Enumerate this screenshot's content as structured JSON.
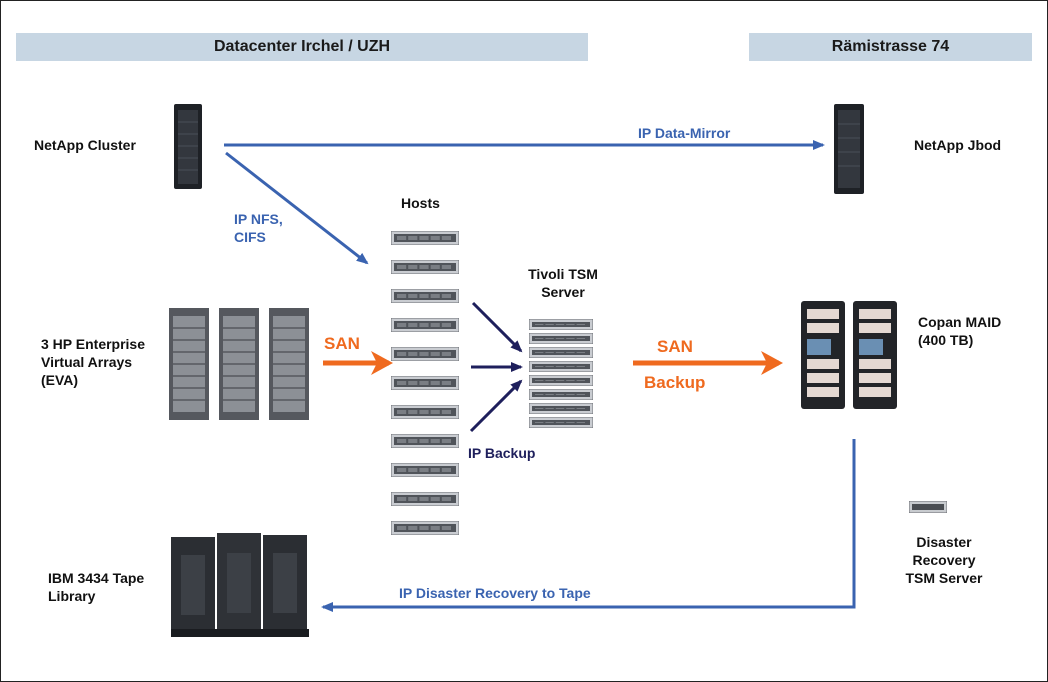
{
  "headers": {
    "left": "Datacenter Irchel  / UZH",
    "right": "Rämistrasse 74"
  },
  "nodes": {
    "netapp_cluster": "NetApp Cluster",
    "netapp_jbod": "NetApp Jbod",
    "hosts": "Hosts",
    "tivoli": [
      "Tivoli TSM",
      "Server"
    ],
    "hp_eva": [
      "3 HP Enterprise",
      "Virtual Arrays",
      "(EVA)"
    ],
    "copan": [
      "Copan MAID",
      "(400 TB)"
    ],
    "ibm_tape": [
      "IBM 3434 Tape",
      "Library"
    ],
    "dr_server": [
      "Disaster",
      "Recovery",
      "TSM Server"
    ]
  },
  "connections": {
    "ip_data_mirror": "IP Data-Mirror",
    "ip_nfs": [
      "IP NFS,",
      "CIFS"
    ],
    "san_left": "SAN",
    "san_right": "SAN",
    "backup": "Backup",
    "ip_backup": "IP Backup",
    "ip_dr_tape": "IP Disaster Recovery to Tape"
  },
  "colors": {
    "header_bg": "#c7d6e3",
    "blue_link": "#3a63b0",
    "navy_link": "#1e1f5c",
    "san_orange": "#ef6a1f"
  },
  "icons": {
    "netapp_cluster": "server-rack-icon",
    "netapp_jbod": "server-rack-icon",
    "hosts": "rack-server-icon",
    "tivoli": "rack-server-icon",
    "hp_eva": "storage-array-icon",
    "copan": "storage-cabinet-icon",
    "ibm_tape": "tape-library-icon",
    "dr_server": "rack-server-icon"
  }
}
